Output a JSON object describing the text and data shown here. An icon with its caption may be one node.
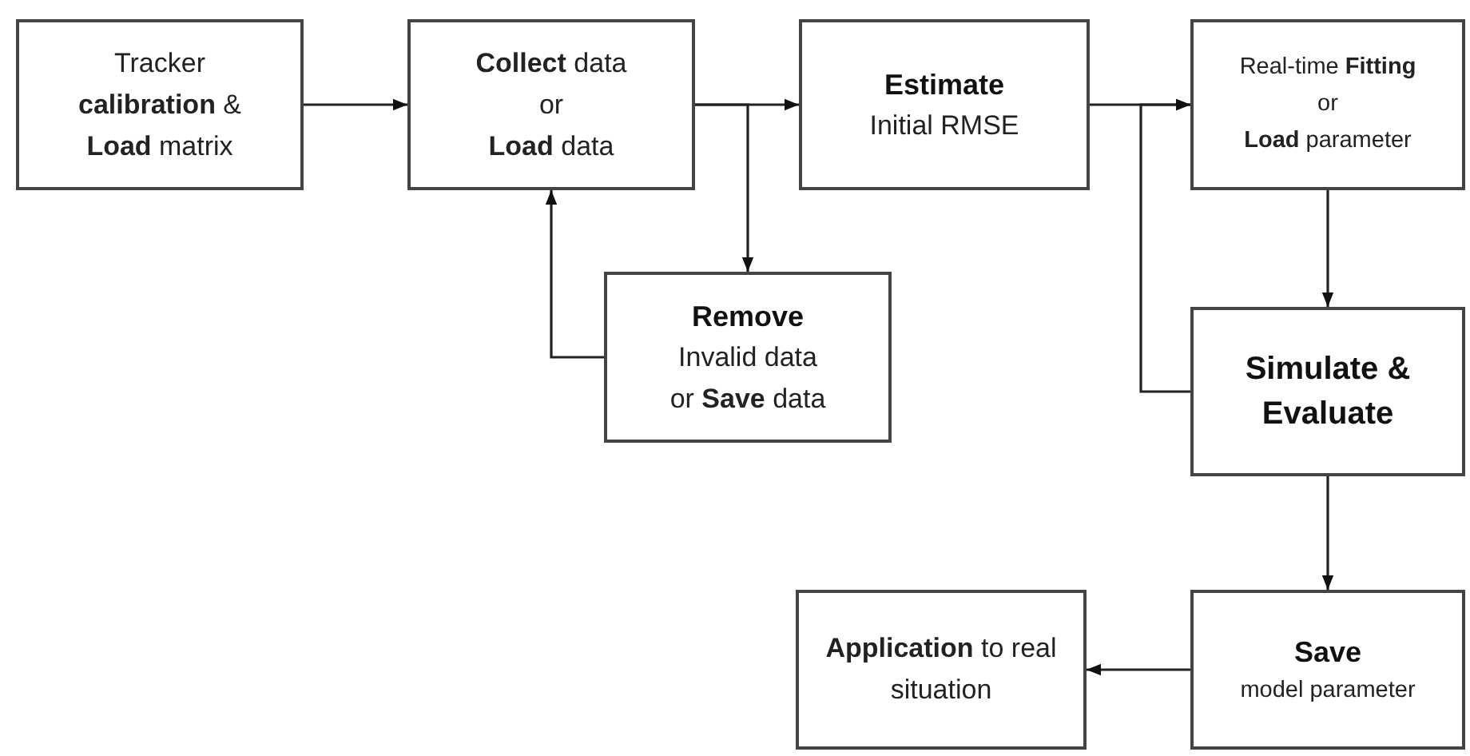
{
  "diagram": {
    "nodes": [
      {
        "text": [
          "Tracker **calibration** & **Load** matrix"
        ]
      },
      {
        "text": [
          "**Collect** data",
          "or",
          "**Load** data"
        ]
      },
      {
        "text": [
          "Estimate",
          "Initial RMSE"
        ]
      },
      {
        "text": [
          "Real-time **Fitting**",
          "or",
          "**Load** parameter"
        ]
      },
      {
        "text": [
          "Remove",
          "Invalid data",
          "or **Save** data"
        ]
      },
      {
        "text": [
          "Simulate & Evaluate"
        ]
      },
      {
        "text": [
          "**Application** to real situation"
        ]
      },
      {
        "text": [
          "Save",
          "model parameter"
        ]
      }
    ],
    "edges": [
      {
        "from": 0,
        "to": 1,
        "arrow": "to"
      },
      {
        "from": 1,
        "to": 2,
        "arrow": "to"
      },
      {
        "from": 1,
        "to": 4,
        "arrow": "to"
      },
      {
        "from": 4,
        "to": 1,
        "arrow": "to"
      },
      {
        "from": 2,
        "to": 3,
        "arrow": "to"
      },
      {
        "from": 3,
        "to": 5,
        "arrow": "to"
      },
      {
        "from": 5,
        "to": 3,
        "arrow": "to"
      },
      {
        "from": 5,
        "to": 7,
        "arrow": "to"
      },
      {
        "from": 7,
        "to": 6,
        "arrow": "to"
      }
    ]
  }
}
